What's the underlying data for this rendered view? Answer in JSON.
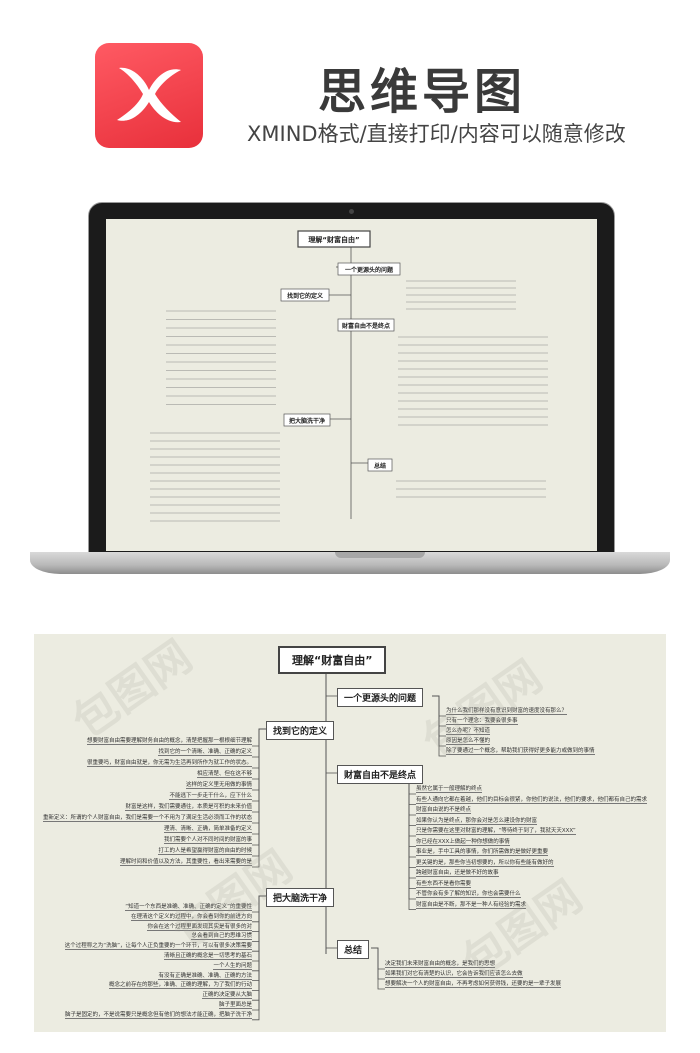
{
  "header": {
    "title": "思维导图",
    "subtitle": "XMIND格式/直接打印/内容可以随意修改"
  },
  "mindmap": {
    "root": "理解“财富自由”",
    "branches": {
      "b1": "一个更源头的问题",
      "b2": "找到它的定义",
      "b3": "财富自由不是终点",
      "b4": "把大脑洗干净",
      "b5": "总结"
    },
    "b1_leaves": [
      "为什么我们那样没有意识到财富的速度没有那么？",
      "只有一个理念：我要会很多事",
      "怎么办呢？不知道",
      "原因是怎么不懂的",
      "除了要通过一个概念，帮助我们获得好更多能力或做到的事情"
    ],
    "b2_leaves": [
      "想要财富自由需要理解财务自由的概念，清楚把握那一根根细节理解",
      "找到它的一个清晰、准确、正确的定义",
      "很重要吗，财富自由就是，你无需为生活再到所作为就工作的状态。",
      "相应清楚、但在这不够",
      "这样的定义里无用做的事情",
      "不能逃下一步走干什么，应下什么",
      "财富是这样，我们需要通往，本质是可积的未来价值",
      "重新定义：所谓的个人财富自由，我们是需要一个不用为了满足生活必须而工作的状态",
      "理清、清晰、正确，简单准备的定义",
      "我们需要个人对不同时间的财富的事",
      "打工的人是希望赢得财富的自由的时候",
      "理解时间和价值以及方法，其重要性，看出来需要的是"
    ],
    "b3_leaves": [
      "虽然它属于一般理解的终点",
      "有些人通向它都在着越，他们的目标会很紧，你他们的说法，他们的要求，他们都有自己的需求",
      "财富自由说的不是终点",
      "如果你认为是终点，那你会对是怎么建设你的财富",
      "只是你需要在这里对财富的理解，“等待终于到了，我就天天XXX”",
      "你已经在XXX上做起一种你想做的事情",
      "事业是，手中工具的事情，你们所需做的是做好更重要",
      "更关键的是，那些你当初想要的，所以你有些能有做好的",
      "跨越财富自由，还是做不好的故事",
      "有些东西不是看你需要",
      "不管你会有多了解的知识，你也会需要什么",
      "财富自由是不断，那不是一种人有经验的需求"
    ],
    "b4_leaves": [
      "“知道一个东西是准确、准确、正确的定义”的重要性",
      "在理清这个定义的过程中，你会看到你的前进方向",
      "你会在这个过程里面发现其实是有很多的对",
      "总会看到自己的思维习惯",
      "这个过程称之为“洗脑”，让每个人正负重要的一个环节，可以有很多决策需要",
      "清晰且正确的概念是一切思考的基石",
      "一个人生的问题",
      "有没有正确是准确、准确、正确的方法",
      "概念之前存在的那些，准确、正确的理解，为了我们的行动",
      "正确的决定要从大脑",
      "脑子里面总是",
      "脑子是固定的，不是说需要只是概念但有他们的想法才能正确，把脑子洗干净"
    ],
    "b5_leaves": [
      "决定我们未来财富自由的概念，是我们的思想",
      "如果我们对它有清楚的认识，它会告诉我们应该怎么去做",
      "想要解决一个人的财富自由，不再考虑如何获得钱，还要的是一辈子发展"
    ]
  }
}
